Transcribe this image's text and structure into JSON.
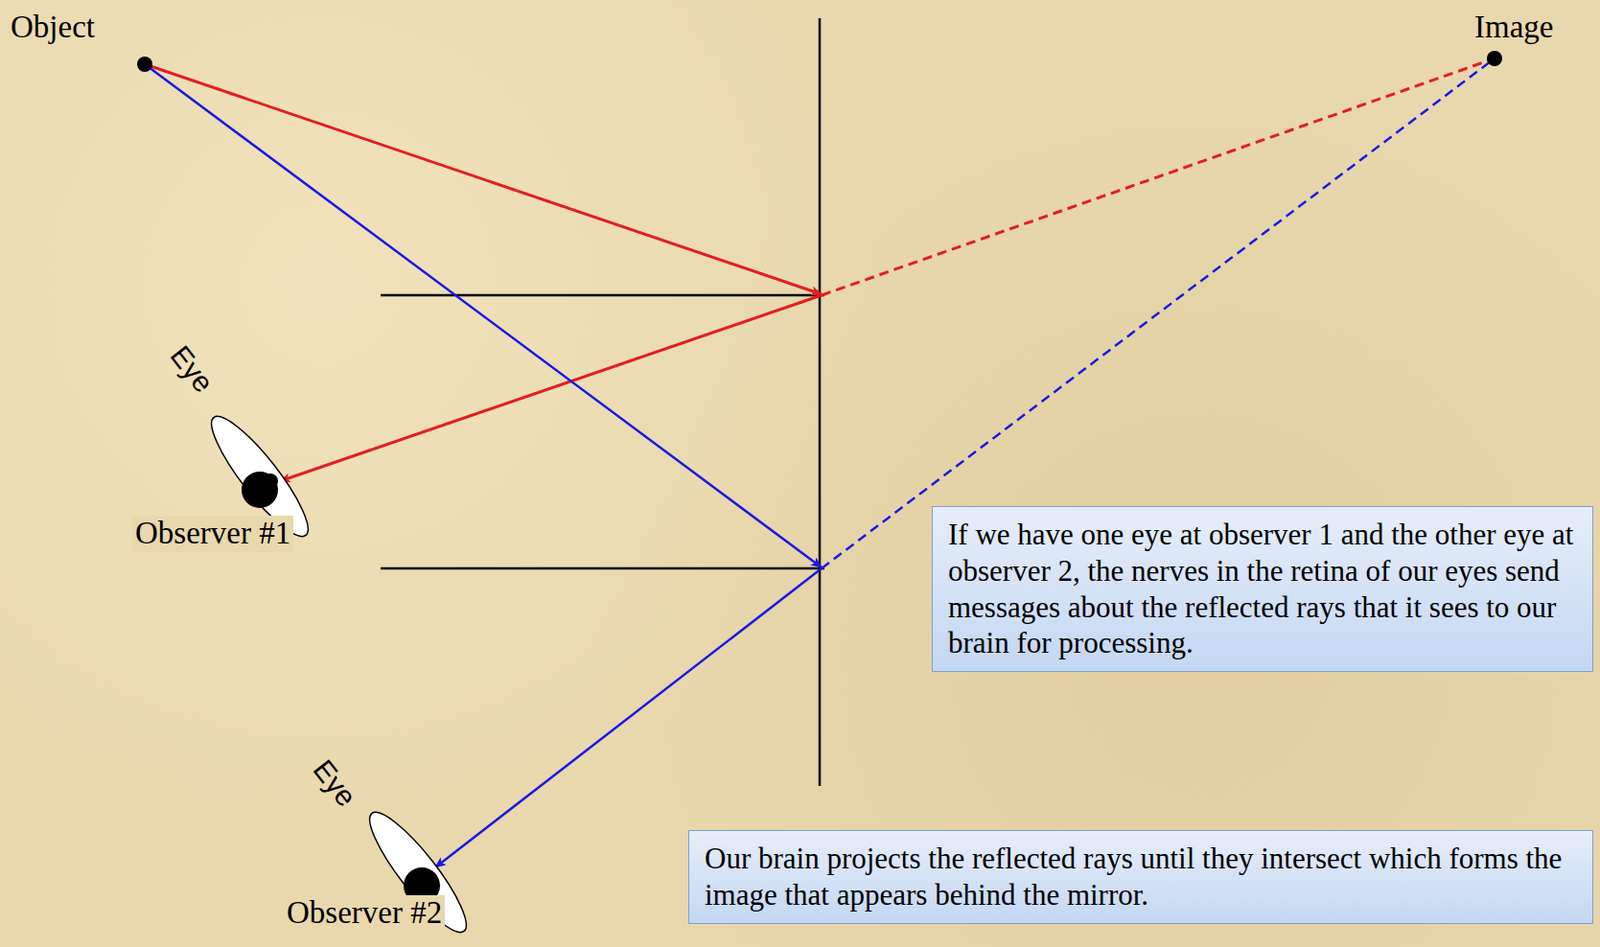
{
  "diagram": {
    "nodes": [
      {
        "text": [
          "If we have one eye at observer 1 and the other eye at observer 2, the nerves in the retina of our eyes send messages about the reflected rays that it sees to our brain for processing."
        ]
      },
      {
        "text": [
          "Our brain projects the reflected rays until they intersect which forms the image that appears behind the mirror."
        ]
      }
    ],
    "labels": [
      "Object",
      "Image",
      "Eye",
      "Observer #1",
      "Eye",
      "Observer #2"
    ]
  }
}
